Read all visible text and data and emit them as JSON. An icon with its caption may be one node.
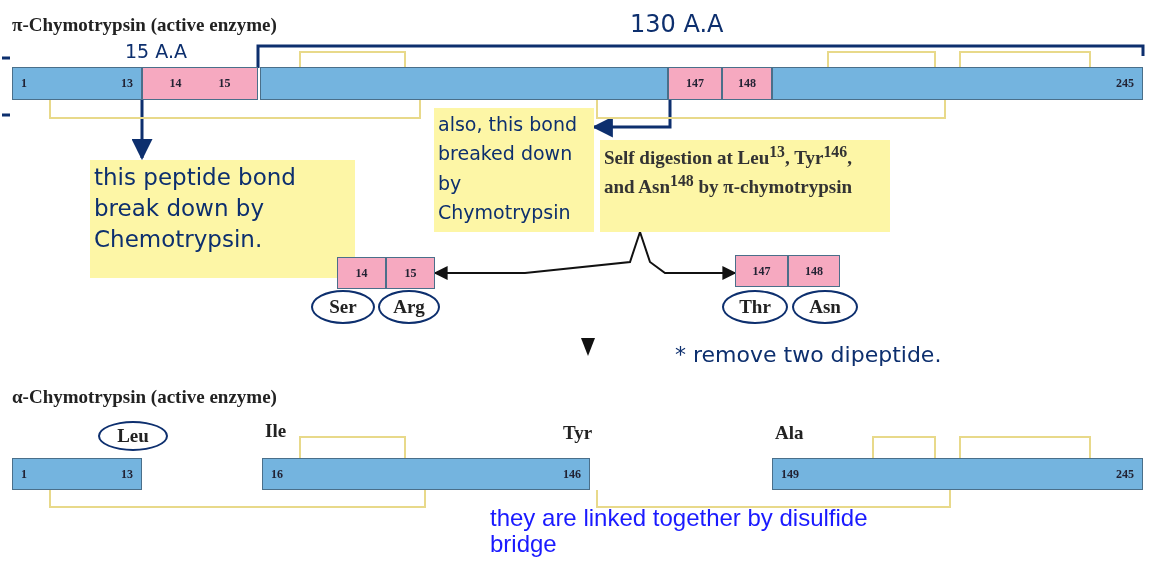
{
  "diagram": {
    "nodes": [
      {
        "text": [
          "1",
          "13"
        ]
      },
      {
        "text": [
          "14",
          "15"
        ]
      },
      {
        "text": [],
        "shape": "bar"
      },
      {
        "text": [
          "147"
        ]
      },
      {
        "text": [
          "148"
        ]
      },
      {
        "text": [
          "245"
        ]
      },
      {
        "text": [
          "this peptide bond break down by Chemotrypsin."
        ]
      },
      {
        "text": [
          "also, this bond breaked down by Chymotrypsin"
        ]
      },
      {
        "text": [
          "Self digestion at Leu$^{13}$, Tyr$^{146}$, and Asn$^{148}$ by π-chymotrypsin"
        ]
      },
      {
        "text": [
          "14"
        ]
      },
      {
        "text": [
          "15"
        ]
      },
      {
        "text": [
          "Ser"
        ]
      },
      {
        "text": [
          "Arg"
        ]
      },
      {
        "text": [
          "147"
        ]
      },
      {
        "text": [
          "148"
        ]
      },
      {
        "text": [
          "Thr"
        ]
      },
      {
        "text": [
          "Asn"
        ]
      },
      {
        "text": [
          "Leu"
        ]
      },
      {
        "text": [
          "1",
          "13"
        ]
      },
      {
        "text": [
          "16",
          "146"
        ],
        "beside": [
          "Ile",
          "Tyr"
        ]
      },
      {
        "text": [
          "149",
          "245"
        ],
        "beside": [
          "Ala"
        ]
      }
    ],
    "edges": [
      {
        "from": 0,
        "to": 6,
        "arrow": "to",
        "color": "#0d2f6e"
      },
      {
        "from": 3,
        "to": 7,
        "arrow": "to",
        "color": "#0d2f6e"
      },
      {
        "from": 8,
        "to": 10,
        "arrow": "to",
        "color": "#111111"
      },
      {
        "from": 8,
        "to": 13,
        "arrow": "to",
        "color": "#111111"
      },
      {
        "from": 0,
        "to": 2,
        "arrow": "none",
        "color": "#e8d98a"
      },
      {
        "from": 2,
        "to": 5,
        "arrow": "none",
        "color": "#e8d98a"
      },
      {
        "from": 18,
        "to": 19,
        "arrow": "none",
        "color": "#e8d98a"
      },
      {
        "from": 19,
        "to": 20,
        "arrow": "none",
        "color": "#e8d98a"
      }
    ],
    "labels": [
      "π-Chymotrypsin (active enzyme)",
      "130 A.A",
      "15 A.A",
      "* remove two dipeptide.",
      "α-Chymotrypsin (active enzyme)",
      "they are linked together by disulfide bridge"
    ]
  }
}
